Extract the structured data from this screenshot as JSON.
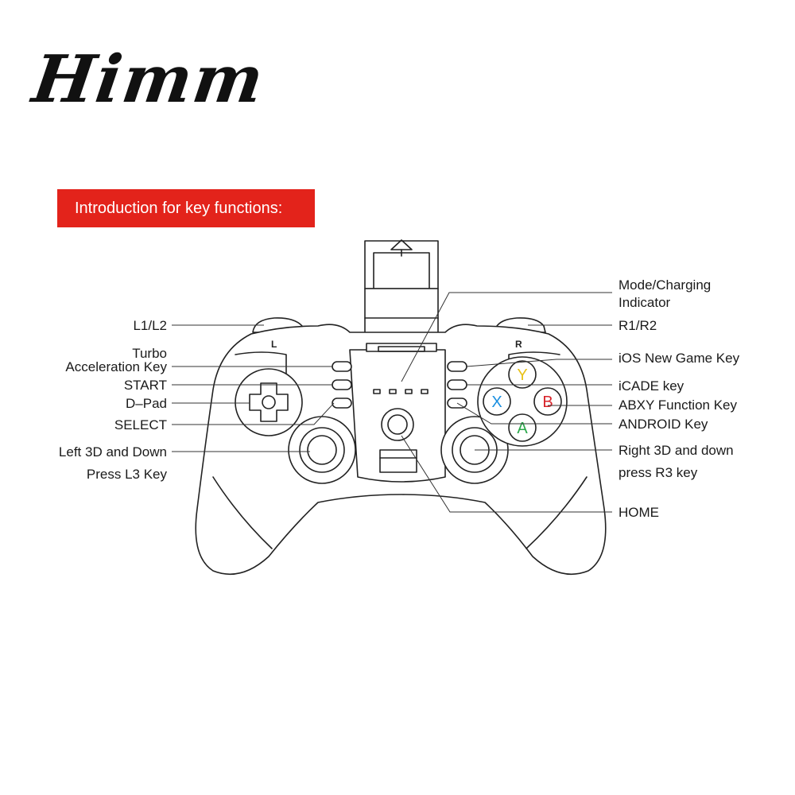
{
  "brand": {
    "logo_text": "Himm"
  },
  "banner": {
    "text": "Introduction for key functions:"
  },
  "controller": {
    "shoulder_left": "L",
    "shoulder_right": "R",
    "face_buttons": [
      {
        "letter": "Y",
        "color": "#e8c21a"
      },
      {
        "letter": "X",
        "color": "#1a8fe0"
      },
      {
        "letter": "B",
        "color": "#d8232a"
      },
      {
        "letter": "A",
        "color": "#2aa84a"
      }
    ]
  },
  "labels_left": {
    "l1l2": "L1/L2",
    "turbo_1": "Turbo",
    "turbo_2": "Acceleration Key",
    "start": "START",
    "dpad": "D–Pad",
    "select": "SELECT",
    "left3d_1": "Left 3D and Down",
    "left3d_2": "Press L3 Key"
  },
  "labels_right": {
    "mode_1": "Mode/Charging",
    "mode_2": "Indicator",
    "r1r2": "R1/R2",
    "ios": "iOS New Game Key",
    "icade": "iCADE key",
    "abxy": "ABXY Function Key",
    "android": "ANDROID Key",
    "right3d_1": "Right 3D and down",
    "right3d_2": "press R3 key",
    "home": "HOME"
  }
}
